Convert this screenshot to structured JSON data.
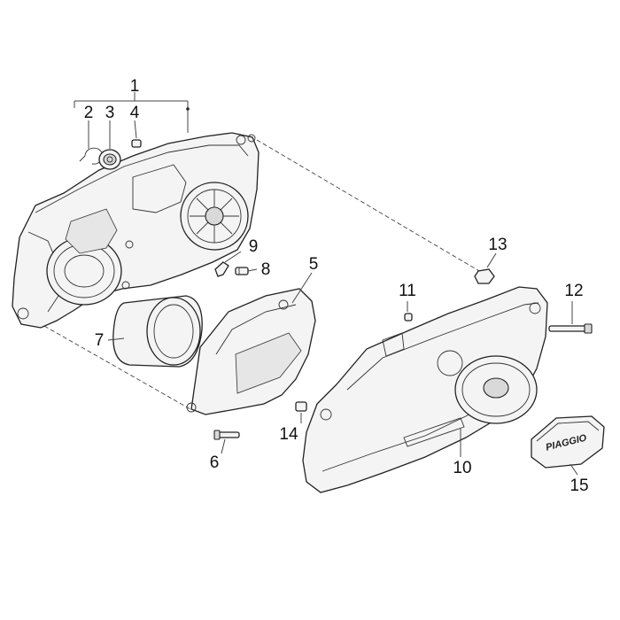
{
  "callouts": {
    "c1": "1",
    "c2": "2",
    "c3": "3",
    "c4": "4",
    "c5": "5",
    "c6": "6",
    "c7": "7",
    "c8": "8",
    "c9": "9",
    "c10": "10",
    "c11": "11",
    "c12": "12",
    "c13": "13",
    "c14": "14",
    "c15": "15"
  },
  "badge": {
    "text": "PIAGGIO"
  },
  "colors": {
    "line": "#222222",
    "fill": "#f4f4f4",
    "background": "#ffffff"
  }
}
